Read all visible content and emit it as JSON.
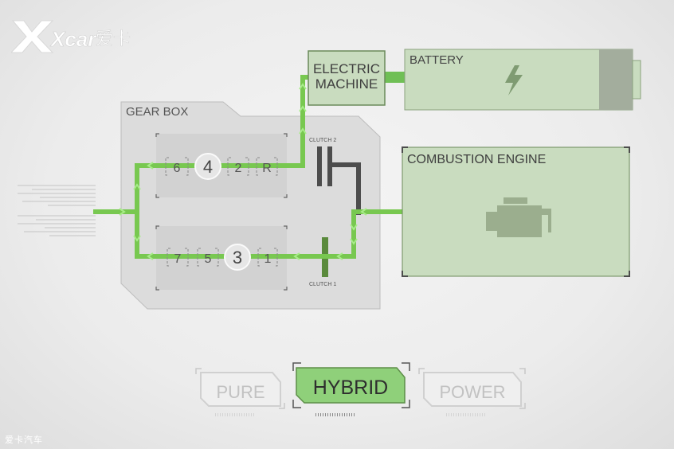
{
  "brand": {
    "logo_text": "Xcar",
    "logo_cn": "爱卡",
    "watermark": "爱卡汽车"
  },
  "diagram": {
    "gearbox_label": "GEAR BOX",
    "upper_gears": [
      "6",
      "4",
      "2",
      "R"
    ],
    "lower_gears": [
      "7",
      "5",
      "3",
      "1"
    ],
    "active_upper_gear": "4",
    "active_lower_gear": "3",
    "clutch2_label": "CLUTCH 2",
    "clutch1_label": "CLUTCH 1",
    "electric_machine_line1": "ELECTRIC",
    "electric_machine_line2": "MACHINE",
    "battery_label": "BATTERY",
    "combustion_engine_label": "COMBUSTION ENGINE"
  },
  "icons": {
    "battery_symbol": "lightning-bolt-icon",
    "engine_symbol": "engine-icon"
  },
  "modes": {
    "pure": "PURE",
    "hybrid": "HYBRID",
    "power": "POWER",
    "active": "hybrid"
  },
  "colors": {
    "flow_green": "#78c850",
    "panel_green": "#c9dcbf",
    "active_mode_green": "#8fd07a",
    "gearbox_fill": "#dcdcdc",
    "dark_line": "#4d4d4d"
  }
}
